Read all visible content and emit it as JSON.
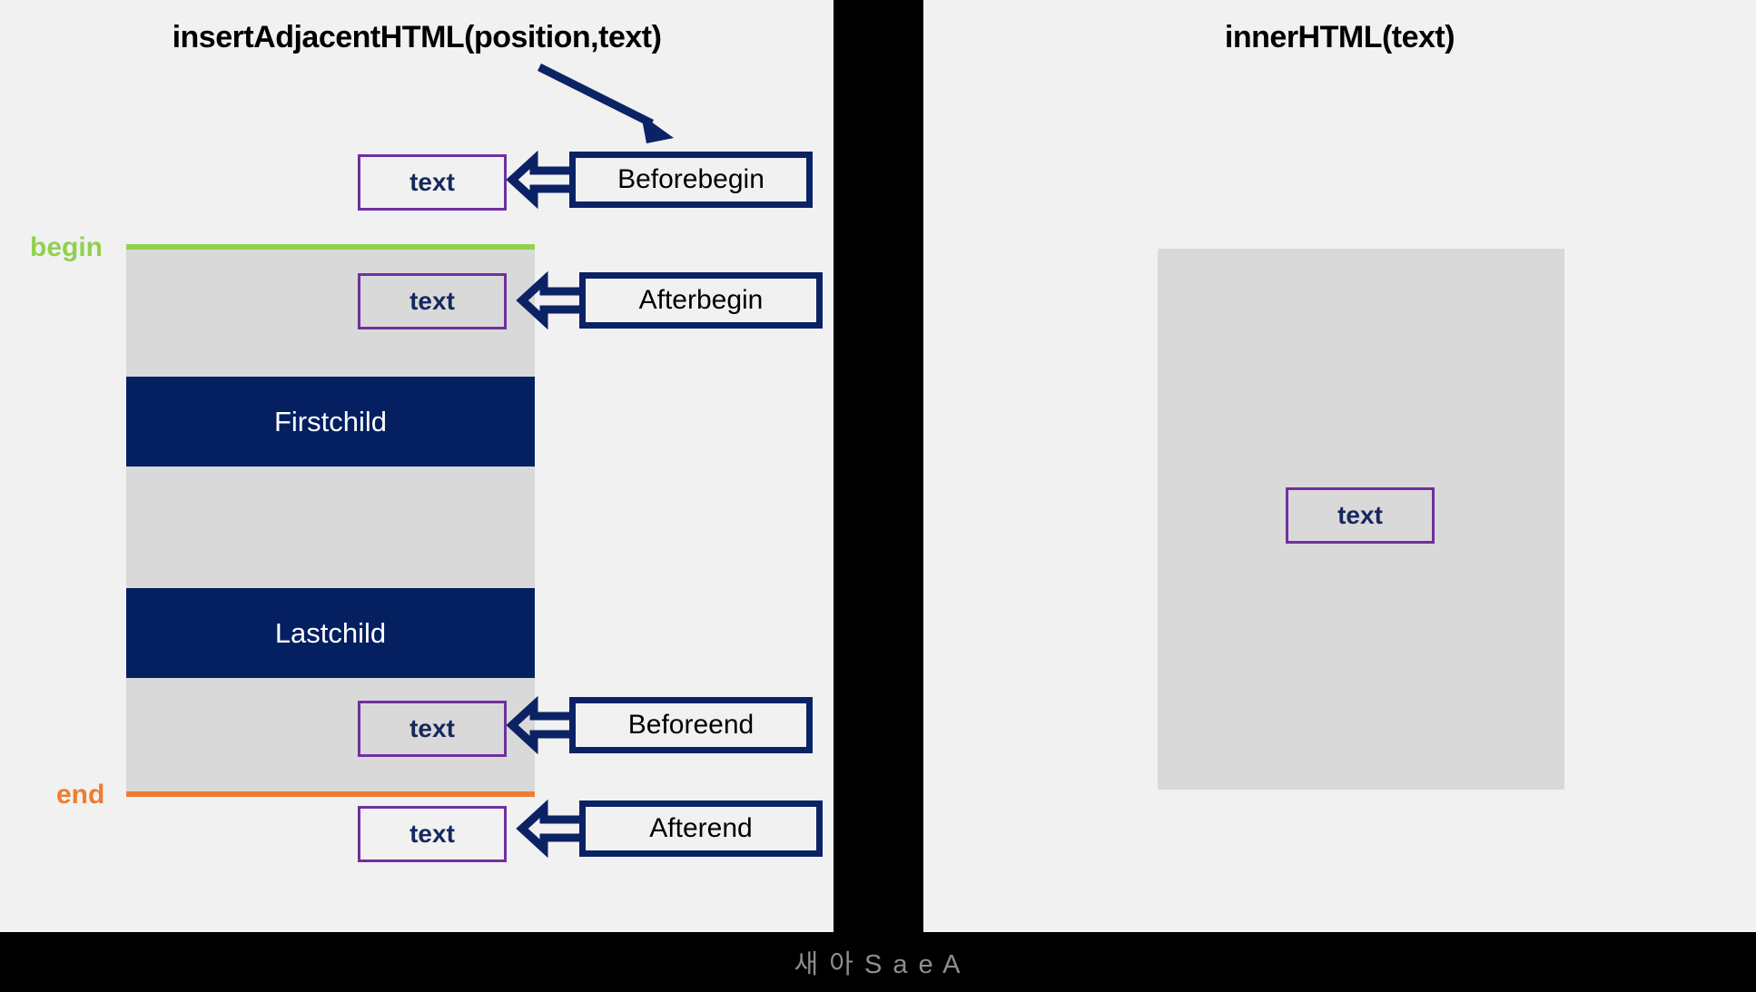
{
  "left_panel": {
    "title": "insertAdjacentHTML(position,text)",
    "edges": {
      "begin_label": "begin",
      "end_label": "end"
    },
    "children": [
      {
        "label": "Firstchild"
      },
      {
        "label": "Lastchild"
      }
    ],
    "positions": [
      {
        "name": "beforebegin",
        "callout": "Beforebegin",
        "chip": "text"
      },
      {
        "name": "afterbegin",
        "callout": "Afterbegin",
        "chip": "text"
      },
      {
        "name": "beforeend",
        "callout": "Beforeend",
        "chip": "text"
      },
      {
        "name": "afterend",
        "callout": "Afterend",
        "chip": "text"
      }
    ]
  },
  "right_panel": {
    "title": "innerHTML(text)",
    "chip": "text"
  },
  "watermark": "새 아 S a e A",
  "colors": {
    "navy": "#042061",
    "callout_border": "#0B2265",
    "purple": "#7030A0",
    "green": "#92D050",
    "orange": "#ED7D31",
    "gray_box": "#D9D9D9",
    "panel_bg": "#F1F1F1",
    "chip_text": "#17285E",
    "background": "#000000"
  }
}
